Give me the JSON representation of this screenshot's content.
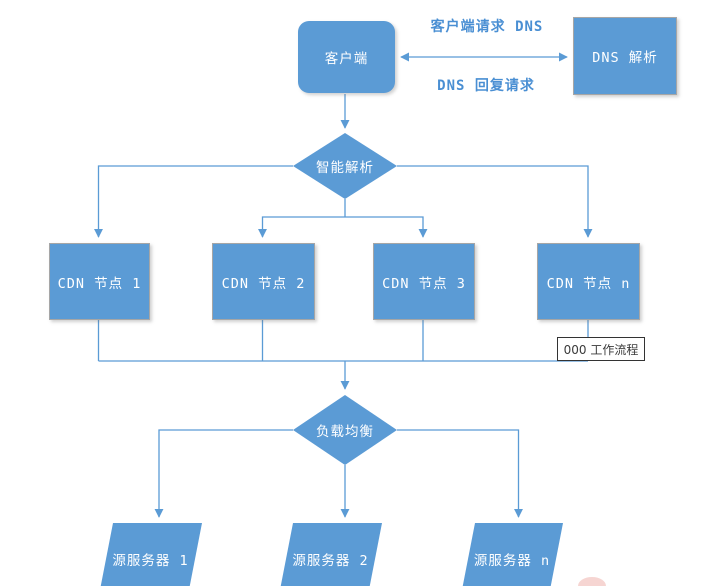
{
  "diagram": {
    "type": "flowchart",
    "nodes": {
      "client": "客户端",
      "dns": "DNS 解析",
      "smart_resolution": "智能解析",
      "cdn1": "CDN 节点 1",
      "cdn2": "CDN 节点 2",
      "cdn3": "CDN 节点 3",
      "cdnn": "CDN 节点 n",
      "load_balance": "负载均衡",
      "origin1": "源服务器 1",
      "origin2": "源服务器 2",
      "originn": "源服务器 n"
    },
    "edge_labels": {
      "client_request_dns": "客户端请求 DNS",
      "dns_reply": "DNS 回复请求"
    },
    "flow_label": "000 工作流程",
    "colors": {
      "shape_fill": "#5b9bd5",
      "shape_border": "#a6a6a6",
      "connector": "#5b9bd5",
      "edge_label_text": "#4a8fd3",
      "flow_label_border": "#333333",
      "flow_label_text": "#3a3a3a",
      "shape_text": "#ffffff",
      "watermark": "#efb3ad"
    }
  }
}
